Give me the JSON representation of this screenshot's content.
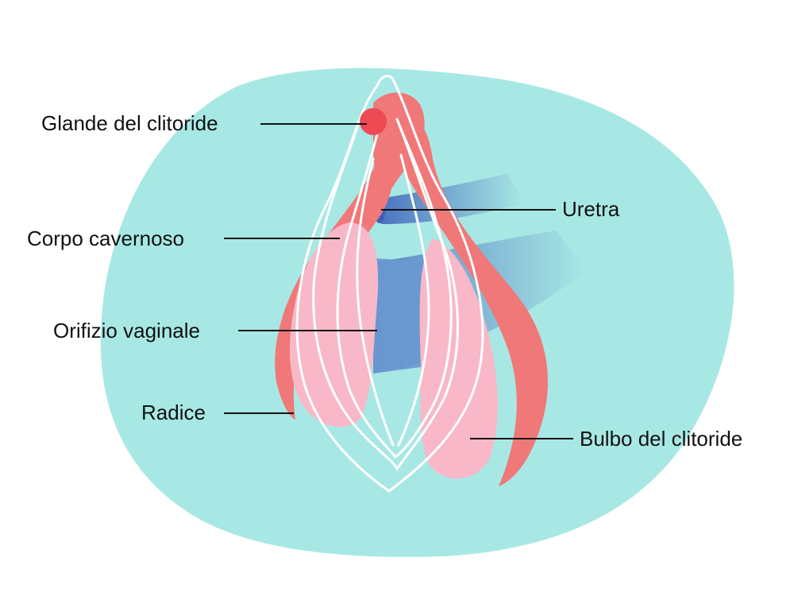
{
  "labels": {
    "glans": "Glande del clitoride",
    "urethra": "Uretra",
    "corpus": "Corpo cavernoso",
    "vaginal_opening": "Orifizio vaginale",
    "root": "Radice",
    "bulb": "Bulbo del clitoride"
  },
  "colors": {
    "background_blob": "#a8e8e4",
    "erectile_red": "#f07878",
    "bulb_pink": "#f8b8c8",
    "glans_red": "#ee4a54",
    "urethra_blue": "#3a60b8",
    "vagina_blue": "#6a98d0",
    "outline_white": "#ffffff"
  }
}
